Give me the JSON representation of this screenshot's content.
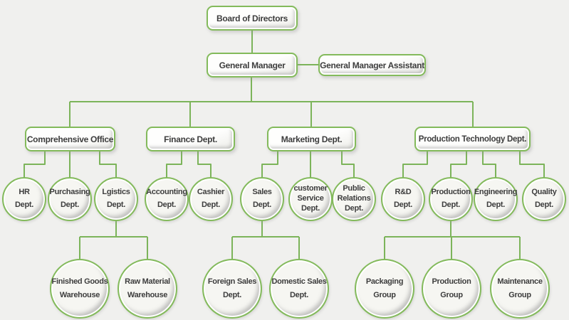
{
  "diagram": {
    "type": "org-chart",
    "colors": {
      "background": "#f0f0ee",
      "connector_green": "#7cb45a",
      "node_border_green": "#83ba5b",
      "node_fill": "#f6f6f2",
      "text": "#3d3d3d"
    },
    "nodes": {
      "board_of_directors": {
        "label": "Board of Directors"
      },
      "general_manager": {
        "label": "General Manager"
      },
      "general_manager_assistant": {
        "label": "General Manager Assistant"
      },
      "comprehensive_office": {
        "label": "Comprehensive Office"
      },
      "finance_dept": {
        "label": "Finance Dept."
      },
      "marketing_dept": {
        "label": "Marketing Dept."
      },
      "production_technology_dept": {
        "label": "Production Technology Dept."
      },
      "hr_dept": {
        "label": "HR\nDept."
      },
      "purchasing_dept": {
        "label": "Purchasing\nDept."
      },
      "lgistics_dept": {
        "label": "Lgistics\nDept."
      },
      "accounting_dept": {
        "label": "Accounting\nDept."
      },
      "cashier_dept": {
        "label": "Cashier\nDept."
      },
      "sales_dept": {
        "label": "Sales\nDept."
      },
      "customer_service_dept": {
        "label": "customer\nService\nDept."
      },
      "public_relations_dept": {
        "label": "Public\nRelations\nDept."
      },
      "rd_dept": {
        "label": "R&D\nDept."
      },
      "production_dept": {
        "label": "Production\nDept."
      },
      "engineering_dept": {
        "label": "Engineering\nDept."
      },
      "quality_dept": {
        "label": "Quality\nDept."
      },
      "finished_goods_warehouse": {
        "label": "Finished Goods\nWarehouse"
      },
      "raw_material_warehouse": {
        "label": "Raw Material\nWarehouse"
      },
      "foreign_sales_dept": {
        "label": "Foreign Sales\nDept."
      },
      "domestic_sales_dept": {
        "label": "Domestic Sales\nDept."
      },
      "packaging_group": {
        "label": "Packaging\nGroup"
      },
      "production_group": {
        "label": "Production\nGroup"
      },
      "maintenance_group": {
        "label": "Maintenance\nGroup"
      }
    }
  }
}
